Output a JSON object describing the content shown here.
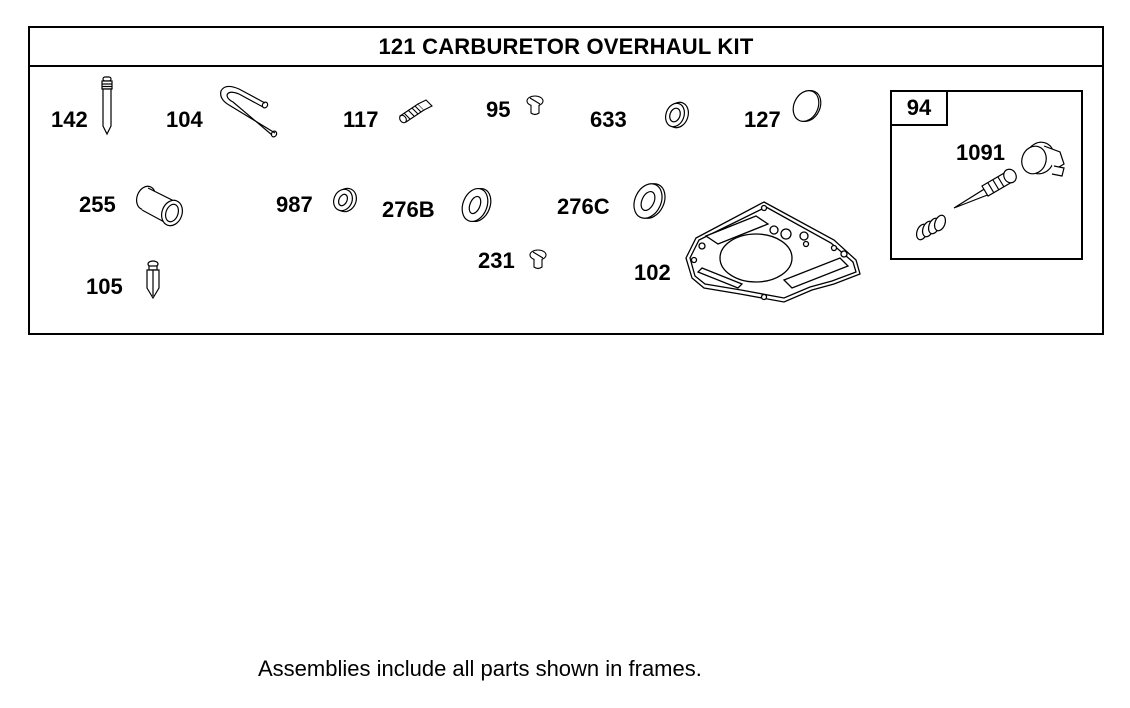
{
  "kit": {
    "title": "121 CARBURETOR OVERHAUL KIT",
    "parts": [
      {
        "id": "142",
        "name": "jet-tube"
      },
      {
        "id": "104",
        "name": "bent-pin"
      },
      {
        "id": "117",
        "name": "threaded-plug"
      },
      {
        "id": "95",
        "name": "screw"
      },
      {
        "id": "633",
        "name": "seal-ring"
      },
      {
        "id": "127",
        "name": "welch-plug"
      },
      {
        "id": "255",
        "name": "sleeve-bushing"
      },
      {
        "id": "987",
        "name": "o-ring-small"
      },
      {
        "id": "276B",
        "name": "washer-b"
      },
      {
        "id": "276C",
        "name": "washer-c"
      },
      {
        "id": "231",
        "name": "screw-small"
      },
      {
        "id": "102",
        "name": "gasket-plate"
      },
      {
        "id": "105",
        "name": "inlet-needle"
      }
    ],
    "assembly": {
      "tag": "94",
      "parts": [
        {
          "id": "1091",
          "name": "needle-valve-assembly"
        }
      ]
    }
  },
  "footnote": "Assemblies include all parts shown in frames."
}
